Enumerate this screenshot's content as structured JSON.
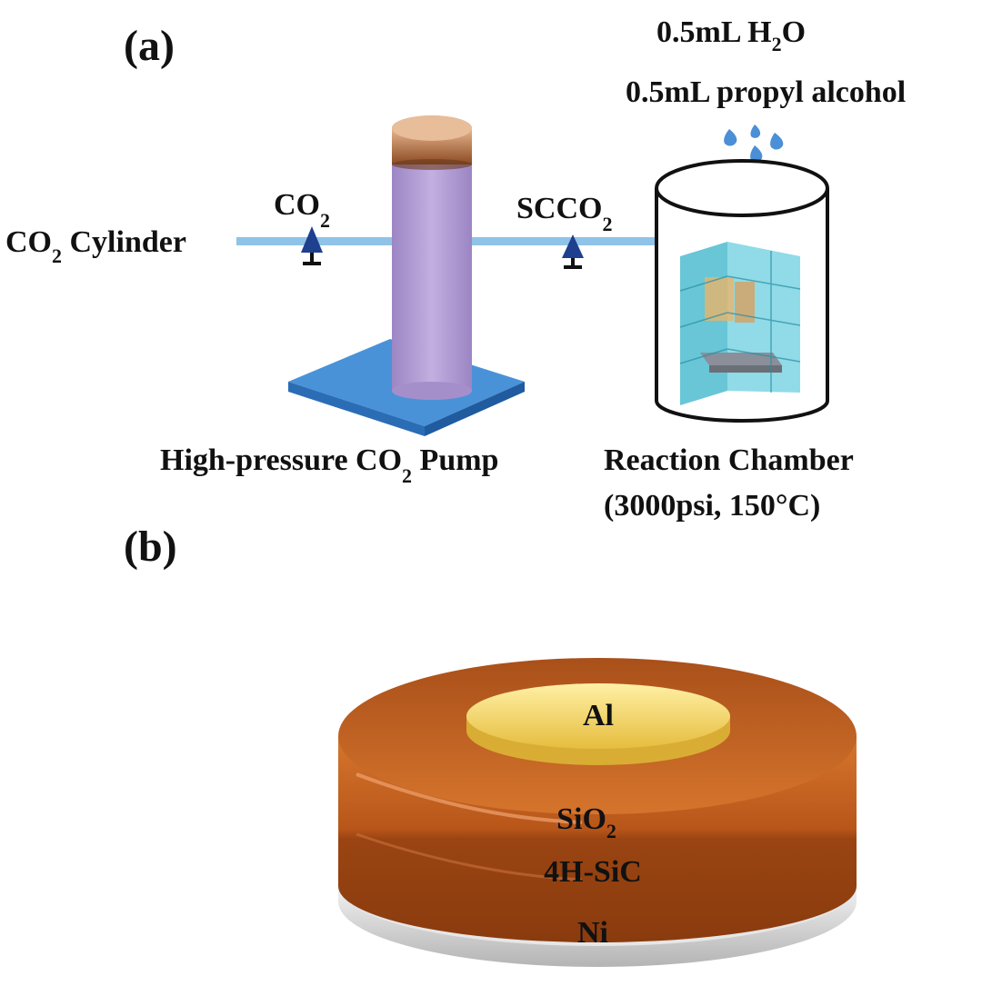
{
  "panel_a": {
    "label": "(a)",
    "reagents": {
      "water": {
        "prefix": "0.5mL H",
        "sub": "2",
        "suffix": "O"
      },
      "alcohol": "0.5mL propyl alcohol"
    },
    "cylinder_label": {
      "prefix": "CO",
      "sub": "2",
      "suffix": " Cylinder"
    },
    "co2_valve_label": {
      "prefix": "CO",
      "sub": "2"
    },
    "scco2_valve_label": {
      "prefix": "SCCO",
      "sub": "2"
    },
    "pump_label": {
      "prefix": "High-pressure CO",
      "sub": "2",
      "suffix": " Pump"
    },
    "chamber_label": "Reaction Chamber",
    "chamber_conditions": "(3000psi, 150°C)"
  },
  "panel_b": {
    "label": "(b)",
    "layers": {
      "top": "Al",
      "oxide": {
        "prefix": "SiO",
        "sub": "2"
      },
      "substrate": "4H-SiC",
      "bottom": "Ni"
    }
  },
  "colors": {
    "pipe": "#8fc3e8",
    "pump_body": "#b39bd4",
    "pump_cap": "#b5764a",
    "pump_base": "#3f86cf",
    "valve": "#1f3f8f",
    "droplet": "#4b8fd6",
    "holder": "#5fc6d6",
    "al": "#f2cf57",
    "oxide": "#c9621f",
    "sic": "#9e4410",
    "ni": "#cfcfcf"
  }
}
